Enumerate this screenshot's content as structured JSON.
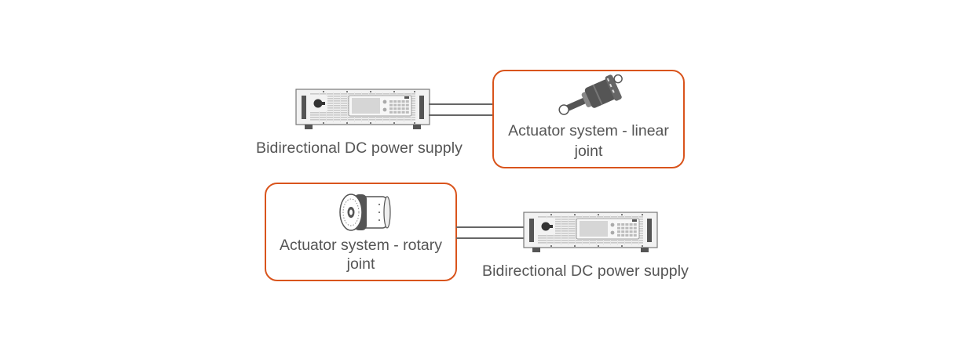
{
  "diagram": {
    "top_row": {
      "power_supply": {
        "icon": "dc-power-supply-icon",
        "label": "Bidirectional DC power supply"
      },
      "actuator": {
        "icon": "linear-actuator-icon",
        "label_line1": "Actuator system - linear",
        "label_line2": "joint"
      }
    },
    "bottom_row": {
      "actuator": {
        "icon": "rotary-actuator-icon",
        "label_line1": "Actuator system - rotary",
        "label_line2": "joint"
      },
      "power_supply": {
        "icon": "dc-power-supply-icon",
        "label": "Bidirectional DC power supply"
      }
    },
    "colors": {
      "box_border": "#d9541c",
      "text": "#555555",
      "wire": "#666666"
    }
  }
}
